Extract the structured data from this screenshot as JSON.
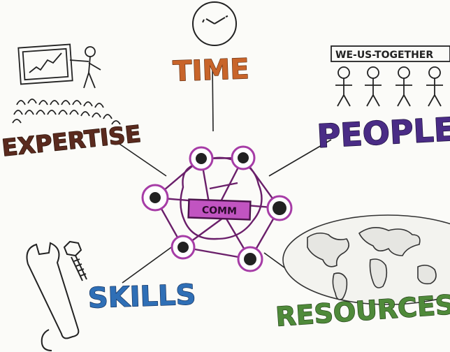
{
  "labels": {
    "time": "TIME",
    "expertise": "EXPERTISE",
    "people": "PEOPLE",
    "skills": "SKILLS",
    "resources": "RESOURCES",
    "center": "COMM",
    "banner": "WE-US-TOGETHER"
  },
  "colors": {
    "ink": "#222222",
    "time": "#c8642a",
    "expertise": "#5a2a1e",
    "people": "#4a2c86",
    "skills": "#2f6fb6",
    "resources": "#4f8a3a",
    "center": "#a63ca6"
  },
  "icons": {
    "time": "clock-icon",
    "expertise": "presentation-icon",
    "people": "team-icon",
    "skills": "tools-icon",
    "resources": "world-map-icon"
  }
}
